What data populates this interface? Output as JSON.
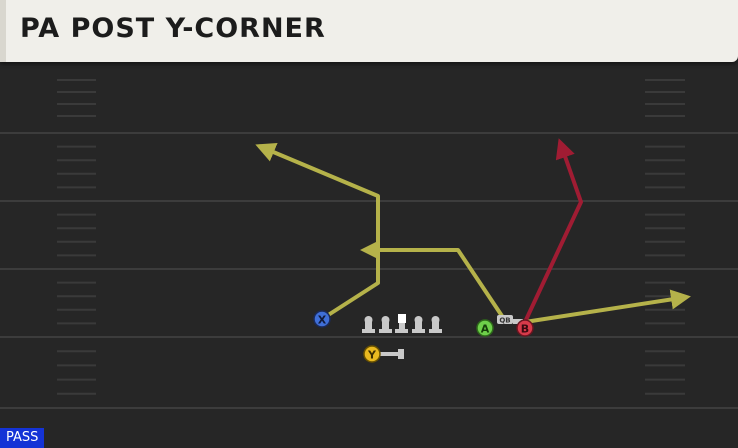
{
  "play": {
    "title": "PA POST Y-CORNER",
    "type_badge": "PASS"
  },
  "players": {
    "x": "X",
    "y": "Y",
    "a": "A",
    "b": "B",
    "qb": "QB"
  },
  "colors": {
    "route_primary": "#b5b24a",
    "route_alt": "#a01c33",
    "player_x": "#3f6fd8",
    "player_y": "#e9b920",
    "player_a": "#6ed04a",
    "player_b": "#d83a4a",
    "lineman": "#c9c9c9",
    "field": "#262626",
    "yard_line": "#3c3c3c"
  }
}
